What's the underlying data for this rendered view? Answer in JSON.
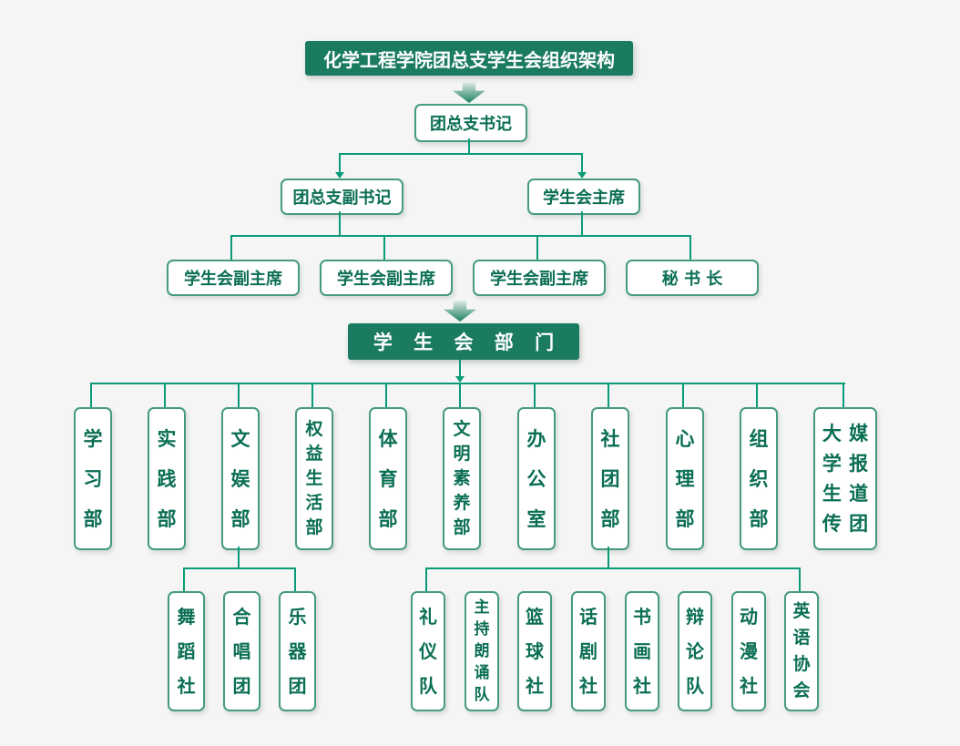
{
  "colors": {
    "background": "#f4f5f4",
    "header_fill": "#1b7b61",
    "header_text": "#ffffff",
    "connector_line": "#0a9b78",
    "box_border": "#459a80",
    "box_text": "#0a6e54"
  },
  "root": {
    "label": "化学工程学院团总支学生会组织架构"
  },
  "level1": {
    "label": "团总支书记"
  },
  "level2": [
    {
      "label": "团总支副书记"
    },
    {
      "label": "学生会主席"
    }
  ],
  "level3": [
    {
      "label": "学生会副主席"
    },
    {
      "label": "学生会副主席"
    },
    {
      "label": "学生会副主席"
    },
    {
      "label": "秘 书 长"
    }
  ],
  "departments_header": {
    "label": "学 生 会 部 门"
  },
  "departments": [
    {
      "label": "学习部"
    },
    {
      "label": "实践部"
    },
    {
      "label": "文娱部"
    },
    {
      "label": "权益生活部"
    },
    {
      "label": "体育部"
    },
    {
      "label": "文明素养部"
    },
    {
      "label": "办公室"
    },
    {
      "label": "社团部"
    },
    {
      "label": "心理部"
    },
    {
      "label": "组织部"
    },
    {
      "label": "大学生传媒报道团",
      "col1": "大学生传",
      "col2": "媒报道团"
    }
  ],
  "culture_clubs": [
    {
      "label": "舞蹈社"
    },
    {
      "label": "合唱团"
    },
    {
      "label": "乐器团"
    }
  ],
  "association_clubs": [
    {
      "label": "礼仪队"
    },
    {
      "label": "主持朗诵队"
    },
    {
      "label": "篮球社"
    },
    {
      "label": "话剧社"
    },
    {
      "label": "书画社"
    },
    {
      "label": "辩论队"
    },
    {
      "label": "动漫社"
    },
    {
      "label": "英语协会"
    }
  ]
}
